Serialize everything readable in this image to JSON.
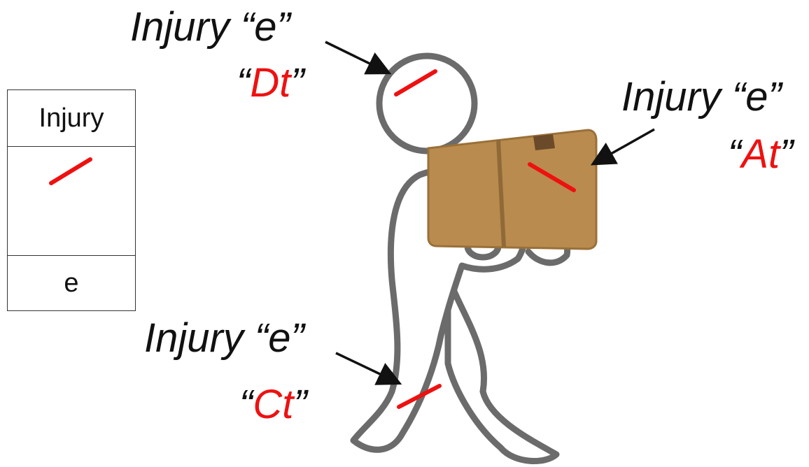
{
  "legend": {
    "title": "Injury",
    "code": "e",
    "mark_color": "#ee1111"
  },
  "annotations": [
    {
      "id": "head",
      "injury_text": "Injury “e”",
      "open_quote": "“",
      "code": "Dt",
      "close_quote": "”"
    },
    {
      "id": "box",
      "injury_text": "Injury “e”",
      "open_quote": "“",
      "code": "At",
      "close_quote": "”"
    },
    {
      "id": "leg",
      "injury_text": "Injury “e”",
      "open_quote": "“",
      "code": "Ct",
      "close_quote": "”"
    }
  ],
  "colors": {
    "injury_mark": "#ee1111",
    "figure_outline": "#6b6b6b",
    "box_fill": "#b98b4e",
    "arrow": "#111111"
  }
}
